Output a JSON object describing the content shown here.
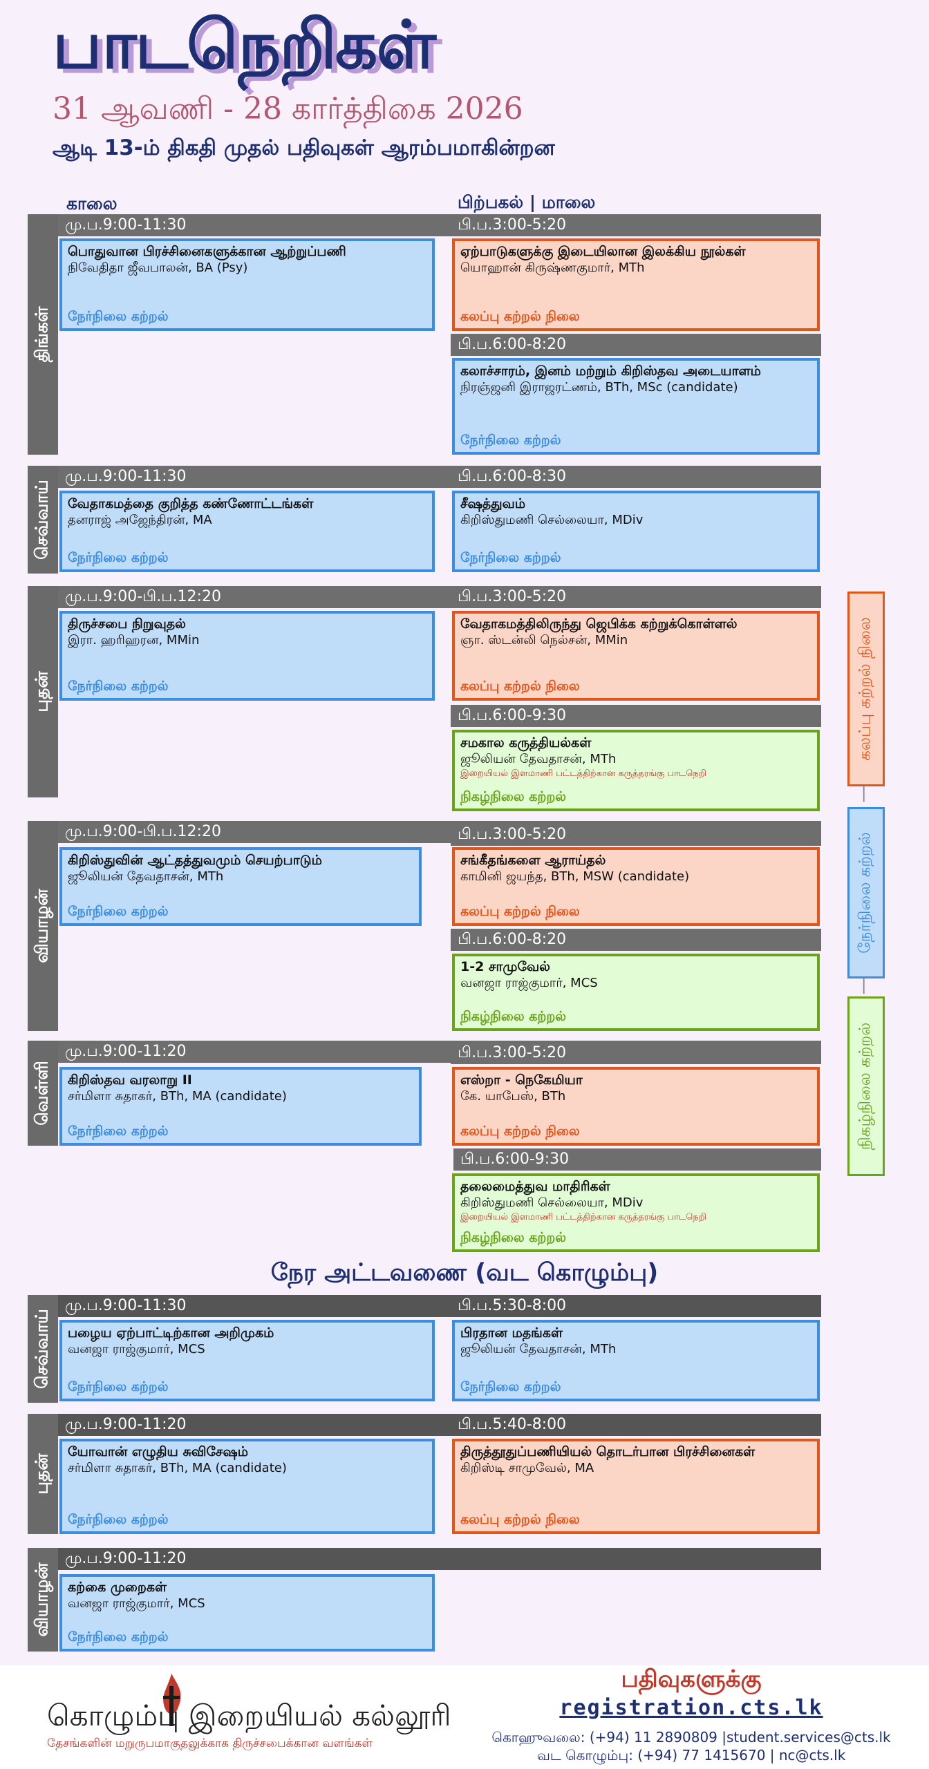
{
  "header": {
    "title": "பாடநெறிகள்",
    "dates": "31 ஆவணி - 28 கார்த்திகை 2026",
    "registration_open": "ஆடி 13-ம் திகதி முதல் பதிவுகள் ஆரம்பமாகின்றன"
  },
  "columns": {
    "morning": "காலை",
    "afternoon": "பிற்பகல் | மாலை"
  },
  "modes": {
    "blended": "கலப்பு கற்றல் நிலை",
    "in_person": "நேர்நிலை கற்றல்",
    "online": "நிகழ்நிலை கற்றல்"
  },
  "days": {
    "mon": "திங்கள்",
    "tue": "செவ்வாய்",
    "wed": "புதன்",
    "thu": "வியாழன்",
    "fri": "வெள்ளி"
  },
  "schedule": {
    "mon_am": {
      "time": "மு.ப.9:00-11:30",
      "title": "பொதுவான பிரச்சினைகளுக்கான ஆற்றுப்பணி",
      "instructor": "நிவேதிதா ஜீவபாலன், BA (Psy)",
      "mode": "நேர்நிலை கற்றல்"
    },
    "mon_pm1": {
      "time": "பி.ப.3:00-5:20",
      "title": "ஏற்பாடுகளுக்கு இடையிலான இலக்கிய நூல்கள்",
      "instructor": "யொஹான் கிருஷ்ணகுமார், MTh",
      "mode": "கலப்பு கற்றல் நிலை"
    },
    "mon_pm2": {
      "time": "பி.ப.6:00-8:20",
      "title": "கலாச்சாரம், இனம் மற்றும் கிறிஸ்தவ அடையாளம்",
      "instructor": "நிரஞ்ஜனி இராஜரட்ணம், BTh, MSc (candidate)",
      "mode": "நேர்நிலை கற்றல்"
    },
    "tue_am": {
      "time": "மு.ப.9:00-11:30",
      "title": "வேதாகமத்தை குறித்த கண்ணோட்டங்கள்",
      "instructor": "தனராஜ் அஜேந்திரன், MA",
      "mode": "நேர்நிலை கற்றல்"
    },
    "tue_pm": {
      "time": "பி.ப.6:00-8:30",
      "title": "சீஷத்துவம்",
      "instructor": "கிறிஸ்துமணி செல்லையா, MDiv",
      "mode": "நேர்நிலை கற்றல்"
    },
    "wed_am": {
      "time": "மு.ப.9:00-பி.ப.12:20",
      "title": "திருச்சபை நிறுவுதல்",
      "instructor": "இரா. ஹரிஹரன, MMin",
      "mode": "நேர்நிலை கற்றல்"
    },
    "wed_pm1": {
      "time": "பி.ப.3:00-5:20",
      "title": "வேதாகமத்திலிருந்து ஜெபிக்க கற்றுக்கொள்ளல்",
      "instructor": "ஞா. ஸ்டன்லி நெல்சன், MMin",
      "mode": "கலப்பு கற்றல் நிலை"
    },
    "wed_pm2": {
      "time": "பி.ப.6:00-9:30",
      "title": "சமகால கருத்தியல்கள்",
      "instructor": "ஜூலியன் தேவதாசன், MTh",
      "note": "இறையியல் இளமாணி பட்டத்திற்கான கருத்தரங்கு பாடநெறி",
      "mode": "நிகழ்நிலை கற்றல்"
    },
    "thu_am": {
      "time": "மு.ப.9:00-பி.ப.12:20",
      "title": "கிறிஸ்துவின் ஆட்தத்துவமும் செயற்பாடும்",
      "instructor": "ஜூலியன் தேவதாசன், MTh",
      "mode": "நேர்நிலை கற்றல்"
    },
    "thu_pm1": {
      "time": "பி.ப.3:00-5:20",
      "title": "சங்கீதங்களை ஆராய்தல்",
      "instructor": "காமினி ஜயந்த, BTh, MSW (candidate)",
      "mode": "கலப்பு கற்றல் நிலை"
    },
    "thu_pm2": {
      "time": "பி.ப.6:00-8:20",
      "title": "1-2 சாமுவேல்",
      "instructor": "வனஜா ராஜ்குமார், MCS",
      "mode": "நிகழ்நிலை கற்றல்"
    },
    "fri_am": {
      "time": "மு.ப.9:00-11:20",
      "title": "கிறிஸ்தவ வரலாறு II",
      "instructor": "சர்மிளா சுதாகர், BTh, MA (candidate)",
      "mode": "நேர்நிலை கற்றல்"
    },
    "fri_pm1": {
      "time": "பி.ப.3:00-5:20",
      "title": "எஸ்றா - நெகேமியா",
      "instructor": "கே. யாபேஸ், BTh",
      "mode": "கலப்பு கற்றல் நிலை"
    },
    "fri_pm2": {
      "time": "பி.ப.6:00-9:30",
      "title": "தலைமைத்துவ மாதிரிகள்",
      "instructor": "கிறிஸ்துமணி செல்லையா, MDiv",
      "note": "இறையியல் இளமாணி பட்டத்திற்கான கருத்தரங்கு பாடநெறி",
      "mode": "நிகழ்நிலை கற்றல்"
    }
  },
  "north": {
    "heading": "நேர அட்டவணை (வட கொழும்பு)",
    "tue_am": {
      "time": "மு.ப.9:00-11:30",
      "title": "பழைய ஏற்பாட்டிற்கான அறிமுகம்",
      "instructor": "வனஜா ராஜ்குமார், MCS",
      "mode": "நேர்நிலை கற்றல்"
    },
    "tue_pm": {
      "time": "பி.ப.5:30-8:00",
      "title": "பிரதான மதங்கள்",
      "instructor": "ஜூலியன் தேவதாசன், MTh",
      "mode": "நேர்நிலை கற்றல்"
    },
    "wed_am": {
      "time": "மு.ப.9:00-11:20",
      "title": "யோவான் எழுதிய சுவிசேஷம்",
      "instructor": "சர்மிளா சுதாகர், BTh, MA (candidate)",
      "mode": "நேர்நிலை கற்றல்"
    },
    "wed_pm": {
      "time": "பி.ப.5:40-8:00",
      "title": "திருத்தூதுப்பணியியல் தொடர்பான பிரச்சினைகள்",
      "instructor": "கிறிஸ்டி சாமுவேல், MA",
      "mode": "கலப்பு கற்றல் நிலை"
    },
    "thu_am": {
      "time": "மு.ப.9:00-11:20",
      "title": "கற்கை முறைகள்",
      "instructor": "வனஜா ராஜ்குமார், MCS",
      "mode": "நேர்நிலை கற்றல்"
    }
  },
  "footer": {
    "college_name": "கொழும்பு இறையியல் கல்லூரி",
    "tagline": "தேசங்களின் மறுருபமாகுதலுக்காக திருச்சபைக்கான வளங்கள்",
    "registration_heading": "பதிவுகளுக்கு",
    "registration_url": "registration.cts.lk",
    "contact_main": "கொஹுவலை: (+94) 11 2890809 |student.services@cts.lk",
    "contact_north": "வட கொழும்பு: (+94) 77 1415670 | nc@cts.lk"
  },
  "colors": {
    "navy": "#1d2f72",
    "blue": "#3c8de0",
    "orange": "#e0561b",
    "green": "#6ca31d",
    "gray_bar": "#6e6e6e"
  }
}
